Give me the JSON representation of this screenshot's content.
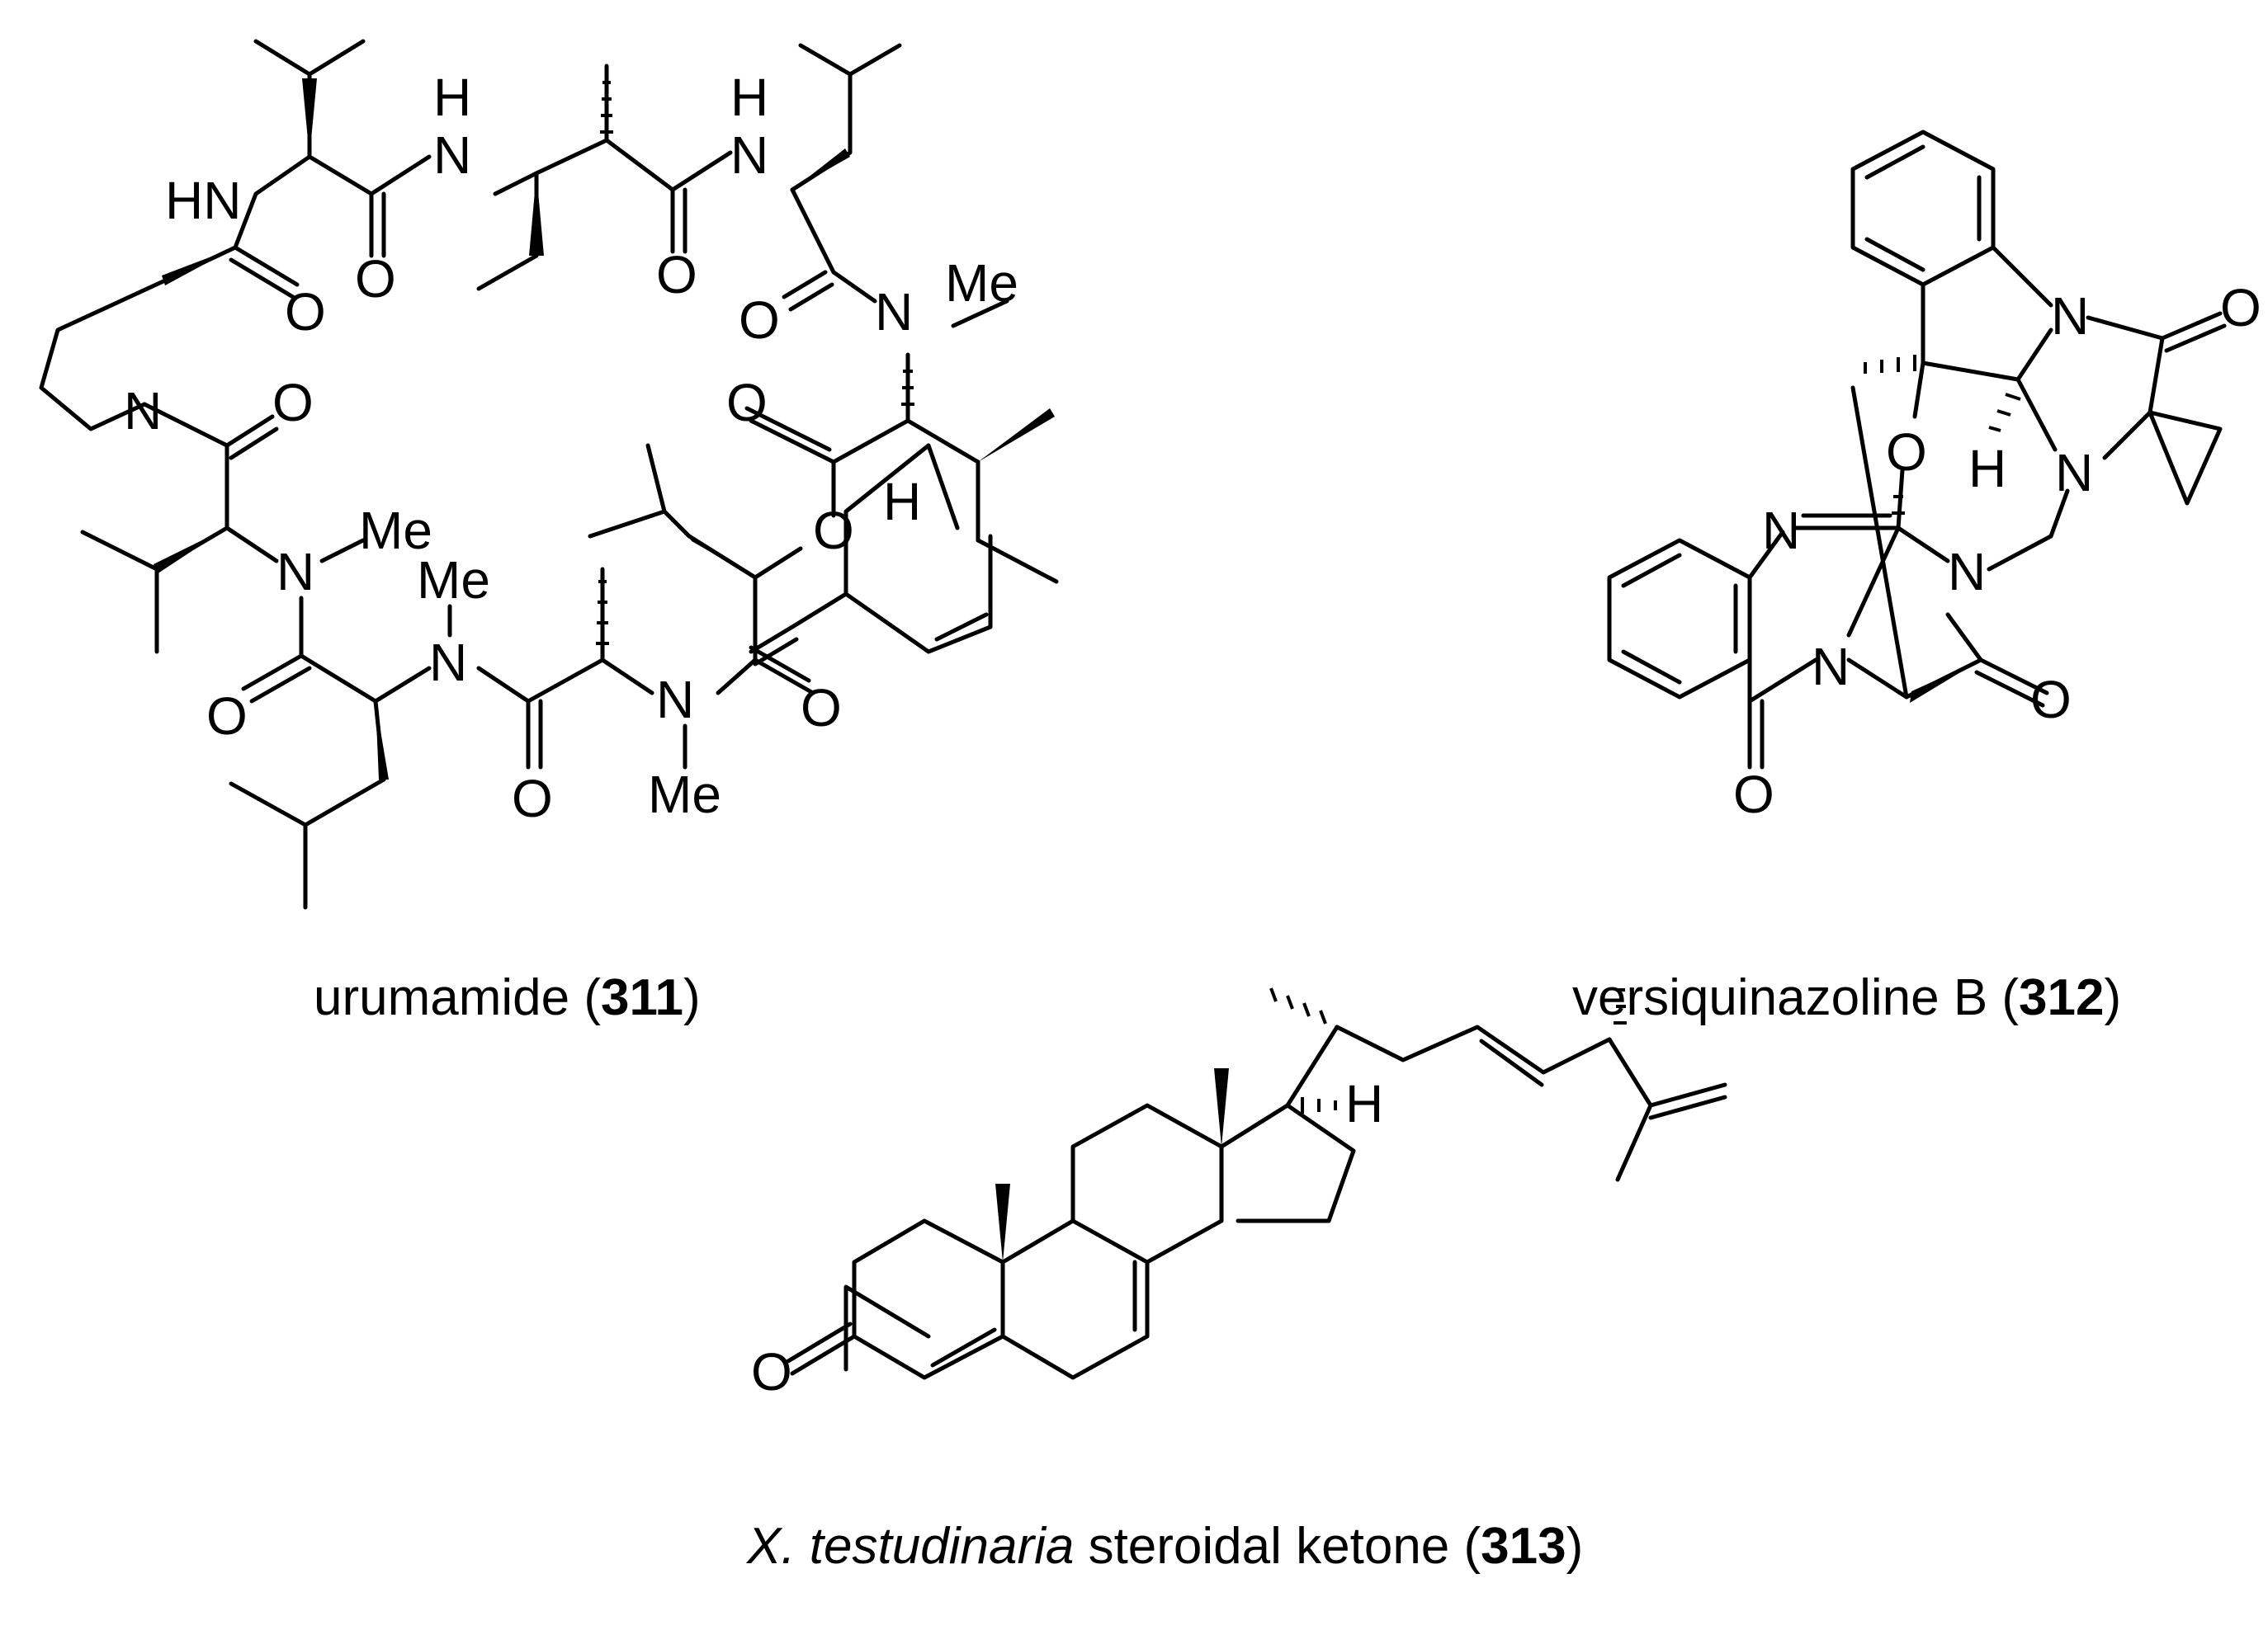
{
  "atoms": {
    "HN": "HN",
    "N": "N",
    "H": "H",
    "O": "O",
    "Me": "Me",
    "NH_H": "H",
    "NH_N": "N",
    "N_Me": "N",
    "Me_label": "Me"
  },
  "captions": {
    "c311": {
      "name": "urumamide (",
      "num": "311",
      "close": ")"
    },
    "c312": {
      "name": "versiquinazoline B (",
      "num": "312",
      "close": ")"
    },
    "c313": {
      "genus": "X. testudinaria",
      "name": " steroidal ketone (",
      "num": "313",
      "close": ")"
    }
  }
}
